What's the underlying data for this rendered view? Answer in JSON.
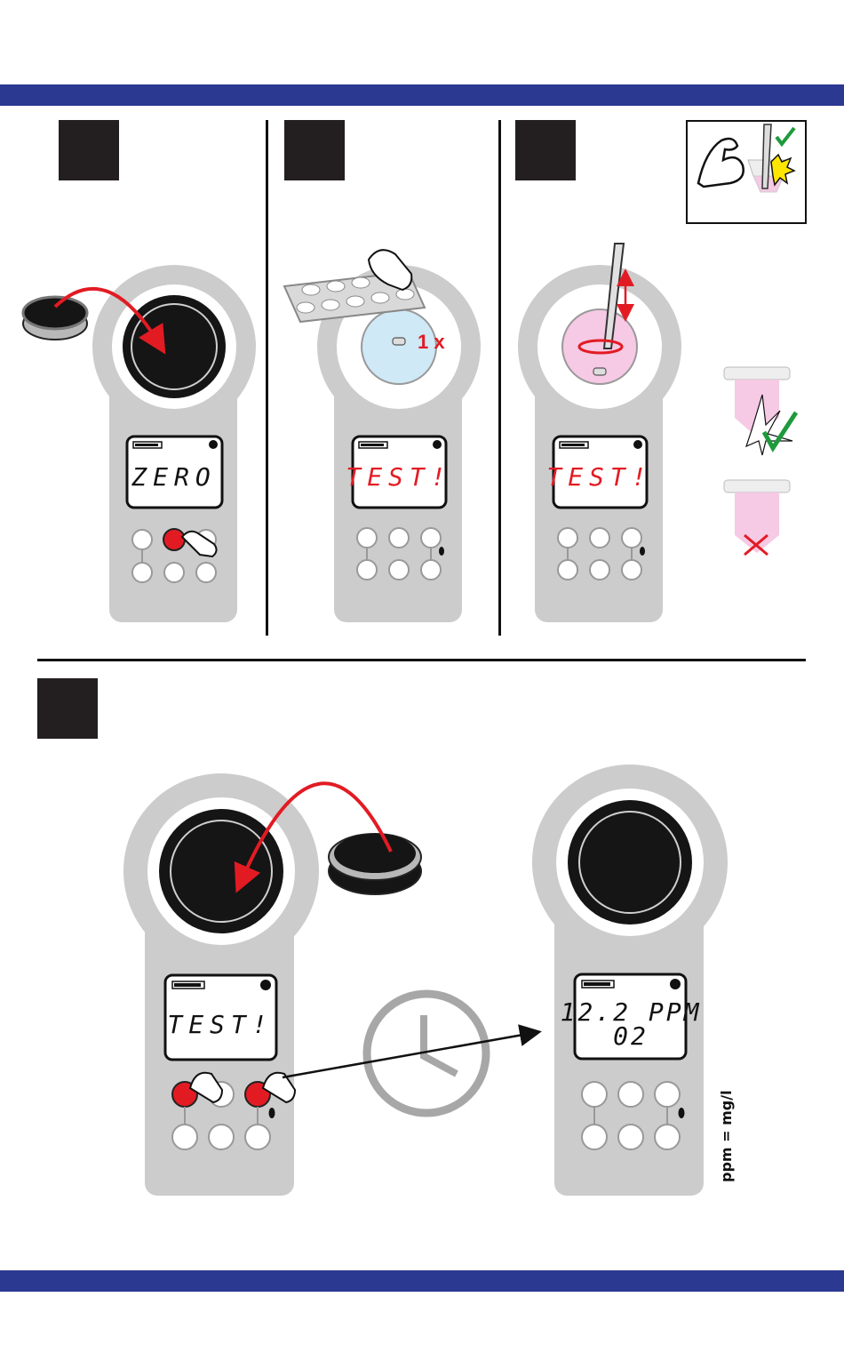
{
  "colors": {
    "band": "#2b3990",
    "device": "#cccccc",
    "device_dark": "#b8b8b8",
    "lcd_bg": "#ffffff",
    "lcd_border": "#111111",
    "accent_red": "#e21b23",
    "check_green": "#1e9a3c",
    "step_box": "#231f20",
    "cap_black": "#151515",
    "cuvette_blue": "#cfe9f6",
    "cuvette_pink": "#f6c9e4",
    "clock_gray": "#a7a7a7"
  },
  "panels": {
    "zero": {
      "display_text": "ZERO"
    },
    "add_tablet": {
      "display_text": "TEST!",
      "dose_label": "1 x"
    },
    "crush": {
      "display_text": "TEST!"
    },
    "measure": {
      "display_text": "TEST!"
    },
    "result": {
      "display_line1": "12.2 PPM",
      "display_line2": "02"
    }
  },
  "units_note": "ppm = mg/l",
  "icons": [
    "strong-arm-icon",
    "crush-stick-icon",
    "check-icon",
    "cross-icon",
    "clock-icon",
    "bluetooth-icon",
    "gloved-hand-icon"
  ]
}
